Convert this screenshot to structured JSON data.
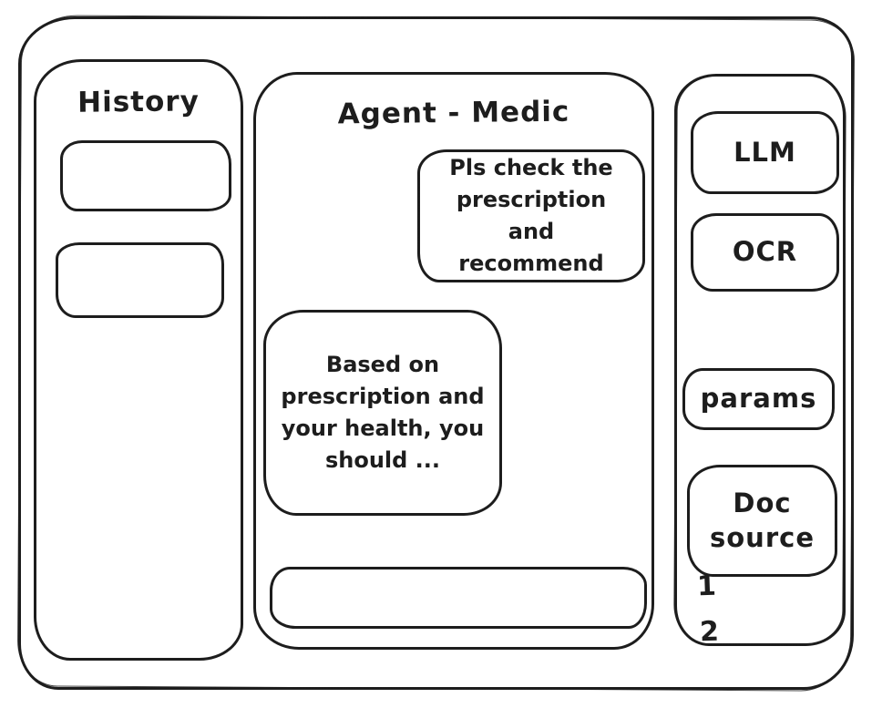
{
  "colors": {
    "ink": "#1d1d1d",
    "background": "#ffffff"
  },
  "history_panel": {
    "title": "History",
    "items": [
      "",
      ""
    ]
  },
  "chat_panel": {
    "title": "Agent - Medic",
    "messages": [
      {
        "role": "user",
        "text": "Pls check the prescription and recommend"
      },
      {
        "role": "agent",
        "text": "Based on prescription and your health, you should ..."
      }
    ],
    "input": {
      "value": "",
      "placeholder": ""
    }
  },
  "tools_panel": {
    "buttons": [
      {
        "label": "LLM"
      },
      {
        "label": "OCR"
      },
      {
        "label": "params"
      },
      {
        "label": "Doc source"
      }
    ],
    "doc_source_items": [
      "1",
      "2"
    ]
  }
}
